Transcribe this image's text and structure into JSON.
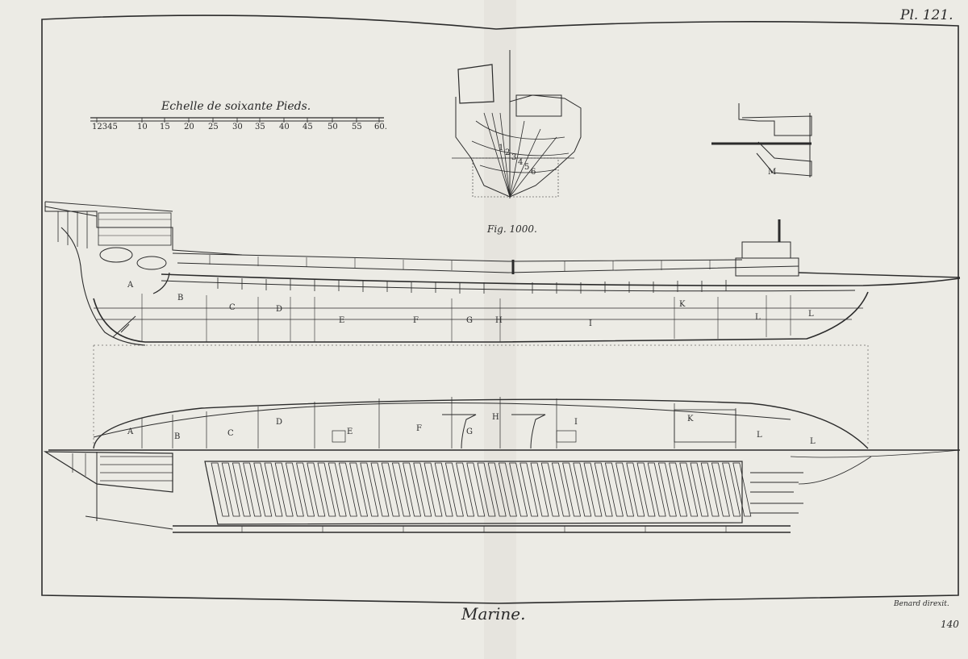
{
  "plate": "Pl. 121.",
  "scale": {
    "title": "Echelle de soixante Pieds.",
    "ticks": [
      "12345",
      "10",
      "15",
      "20",
      "25",
      "30",
      "35",
      "40",
      "45",
      "50",
      "55",
      "60."
    ]
  },
  "figure_label": "Fig. 1000.",
  "detail_label": "M",
  "elevation_labels": [
    "A",
    "B",
    "C",
    "D",
    "E",
    "F",
    "G",
    "H",
    "I",
    "K",
    "L",
    "L"
  ],
  "plan_labels": [
    "A",
    "B",
    "C",
    "D",
    "E",
    "F",
    "G",
    "H",
    "I",
    "K",
    "L",
    "L"
  ],
  "section_labels": [
    "1",
    "2",
    "3",
    "4",
    "5",
    "6"
  ],
  "subject": "Marine.",
  "engraver": "Benard direxit.",
  "page_number": "140"
}
